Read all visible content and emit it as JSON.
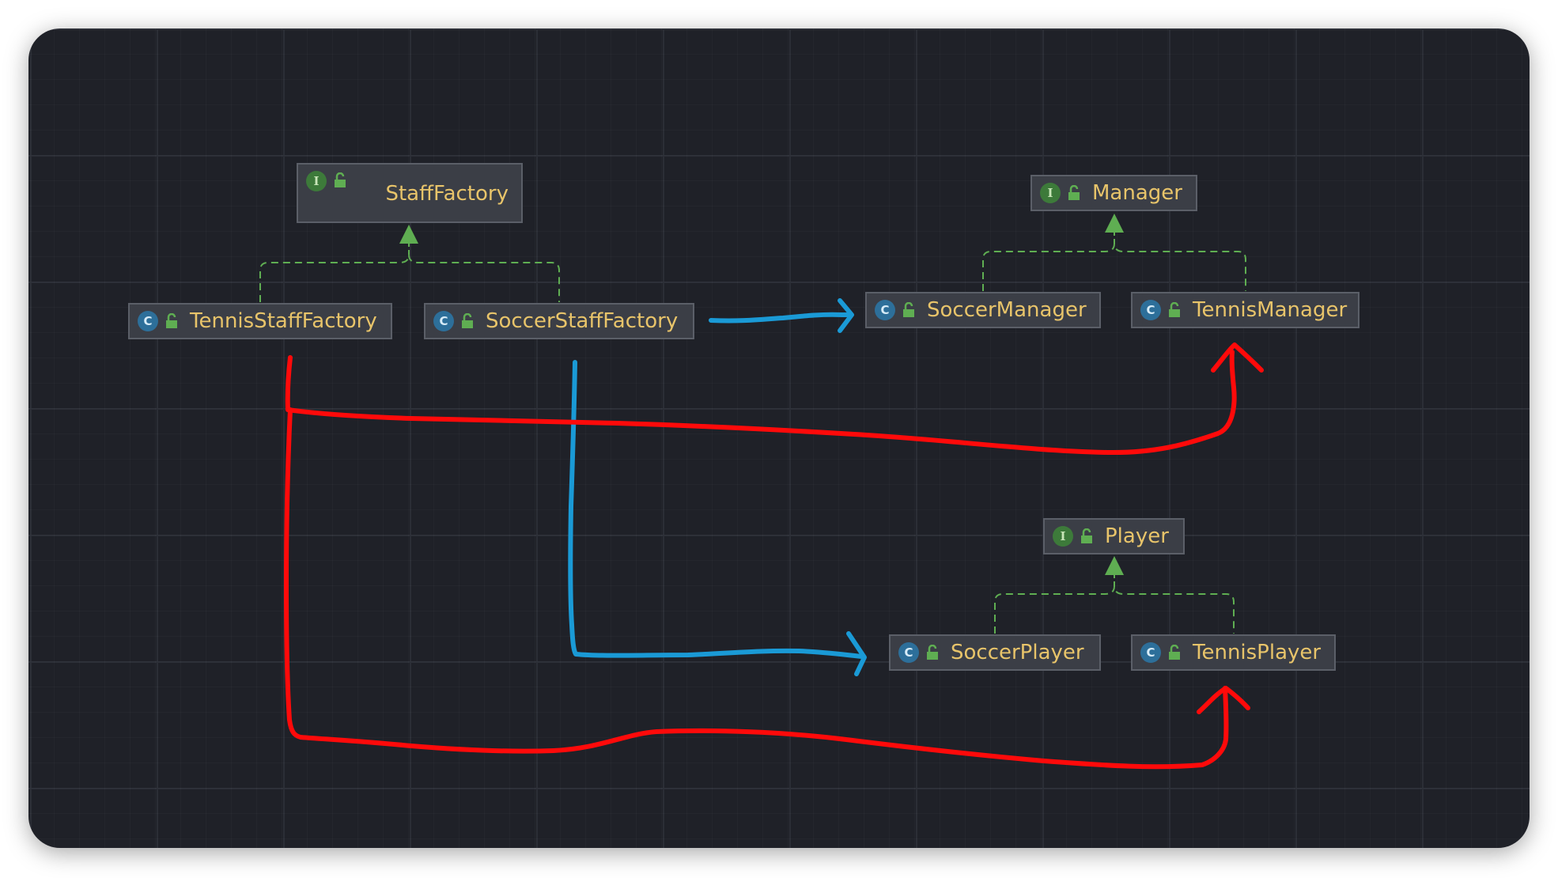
{
  "diagram": {
    "nodes": [
      {
        "id": "staff-factory",
        "label": "StaffFactory",
        "kind": "interface",
        "badge": "I"
      },
      {
        "id": "tennis-staff-factory",
        "label": "TennisStaffFactory",
        "kind": "class",
        "badge": "C"
      },
      {
        "id": "soccer-staff-factory",
        "label": "SoccerStaffFactory",
        "kind": "class",
        "badge": "C"
      },
      {
        "id": "manager",
        "label": "Manager",
        "kind": "interface",
        "badge": "I"
      },
      {
        "id": "soccer-manager",
        "label": "SoccerManager",
        "kind": "class",
        "badge": "C"
      },
      {
        "id": "tennis-manager",
        "label": "TennisManager",
        "kind": "class",
        "badge": "C"
      },
      {
        "id": "player",
        "label": "Player",
        "kind": "interface",
        "badge": "I"
      },
      {
        "id": "soccer-player",
        "label": "SoccerPlayer",
        "kind": "class",
        "badge": "C"
      },
      {
        "id": "tennis-player",
        "label": "TennisPlayer",
        "kind": "class",
        "badge": "C"
      }
    ],
    "implements_edges": [
      {
        "from": "tennis-staff-factory",
        "to": "staff-factory"
      },
      {
        "from": "soccer-staff-factory",
        "to": "staff-factory"
      },
      {
        "from": "soccer-manager",
        "to": "manager"
      },
      {
        "from": "tennis-manager",
        "to": "manager"
      },
      {
        "from": "soccer-player",
        "to": "player"
      },
      {
        "from": "tennis-player",
        "to": "player"
      }
    ],
    "annotations": [
      {
        "from": "soccer-staff-factory",
        "to": "soccer-manager",
        "color": "#1a9ad6"
      },
      {
        "from": "soccer-staff-factory",
        "to": "soccer-player",
        "color": "#1a9ad6"
      },
      {
        "from": "tennis-staff-factory",
        "to": "tennis-manager",
        "color": "#ff0a0a"
      },
      {
        "from": "tennis-staff-factory",
        "to": "tennis-player",
        "color": "#ff0a0a"
      }
    ]
  },
  "colors": {
    "canvas_background": "#1f2128",
    "node_background": "#3b3e46",
    "node_text": "#e8c46a",
    "interface_badge": "#3d7a3a",
    "class_badge": "#2d6f9a",
    "implements_line": "#5fae52",
    "soccer_annotation": "#1a9ad6",
    "tennis_annotation": "#ff0a0a"
  },
  "icons": {
    "interface_badge": "interface-badge-icon",
    "class_badge": "class-badge-icon",
    "visibility": "unlocked-lock-icon"
  }
}
